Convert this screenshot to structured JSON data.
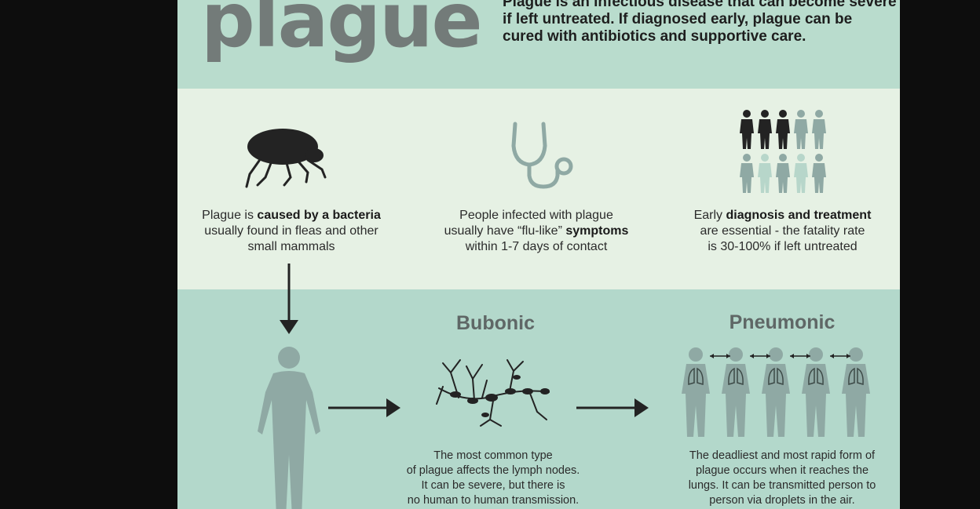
{
  "header": {
    "title": "plague",
    "intro_lines": [
      "Plague is an infectious disease that can become severe",
      "if left untreated. If diagnosed early, plague can be",
      "cured with antibiotics and supportive care."
    ]
  },
  "facts": {
    "cause": {
      "icon": "flea-icon",
      "l1_a": "Plague is ",
      "l1_b": "caused by a bacteria",
      "l2": "usually found in fleas and other",
      "l3": "small mammals"
    },
    "symptoms": {
      "icon": "stethoscope-icon",
      "l1": "People infected with plague",
      "l2_a": "usually have “flu-like” ",
      "l2_b": "symptoms",
      "l3": "within 1-7 days of contact"
    },
    "treatment": {
      "icon": "people-group-icon",
      "l1_a": "Early ",
      "l1_b": "diagnosis and treatment",
      "l2": "are essential - the fatality rate",
      "l3": "is 30-100% if left untreated"
    }
  },
  "forms": {
    "bubonic": {
      "heading": "Bubonic",
      "icon": "lymph-nodes-icon",
      "lines": [
        "The most common type",
        "of plague affects the lymph nodes.",
        "It can be severe, but there is",
        "no human to human transmission."
      ]
    },
    "pneumonic": {
      "heading": "Pneumonic",
      "icon": "lungs-transmission-icon",
      "lines": [
        "The deadliest and most rapid form of",
        "plague occurs when it reaches the",
        "lungs. It can be transmitted person to",
        "person via droplets in the air."
      ]
    }
  },
  "colors": {
    "top_band": "#b9dccd",
    "middle_band": "#e6f1e4",
    "bottom_band": "#b3d8cb",
    "figure_gray": "#8fa9a4",
    "dark": "#232323"
  }
}
